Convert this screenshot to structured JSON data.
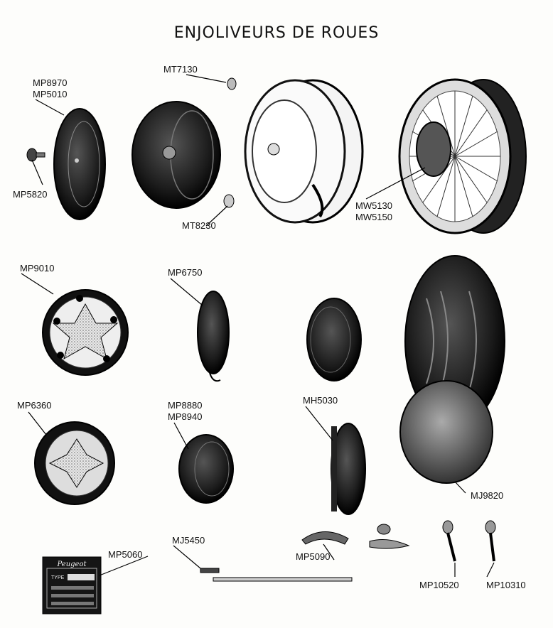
{
  "title": "ENJOLIVEURS  DE  ROUES",
  "labels": {
    "mp8970": "MP8970",
    "mp5010": "MP5010",
    "mp5820": "MP5820",
    "mt7130": "MT7130",
    "mt8230": "MT8230",
    "mw5130": "MW5130",
    "mw5150": "MW5150",
    "mp9010": "MP9010",
    "mp6750": "MP6750",
    "mp6360": "MP6360",
    "mp8880": "MP8880",
    "mp8940": "MP8940",
    "mh5030": "MH5030",
    "mj9820": "MJ9820",
    "mp5060": "MP5060",
    "mj5450": "MJ5450",
    "mp5090": "MP5090",
    "mp10520": "MP10520",
    "mp10310": "MP10310"
  },
  "plate": {
    "brand": "Peugeot",
    "type_label": "TYPE"
  }
}
